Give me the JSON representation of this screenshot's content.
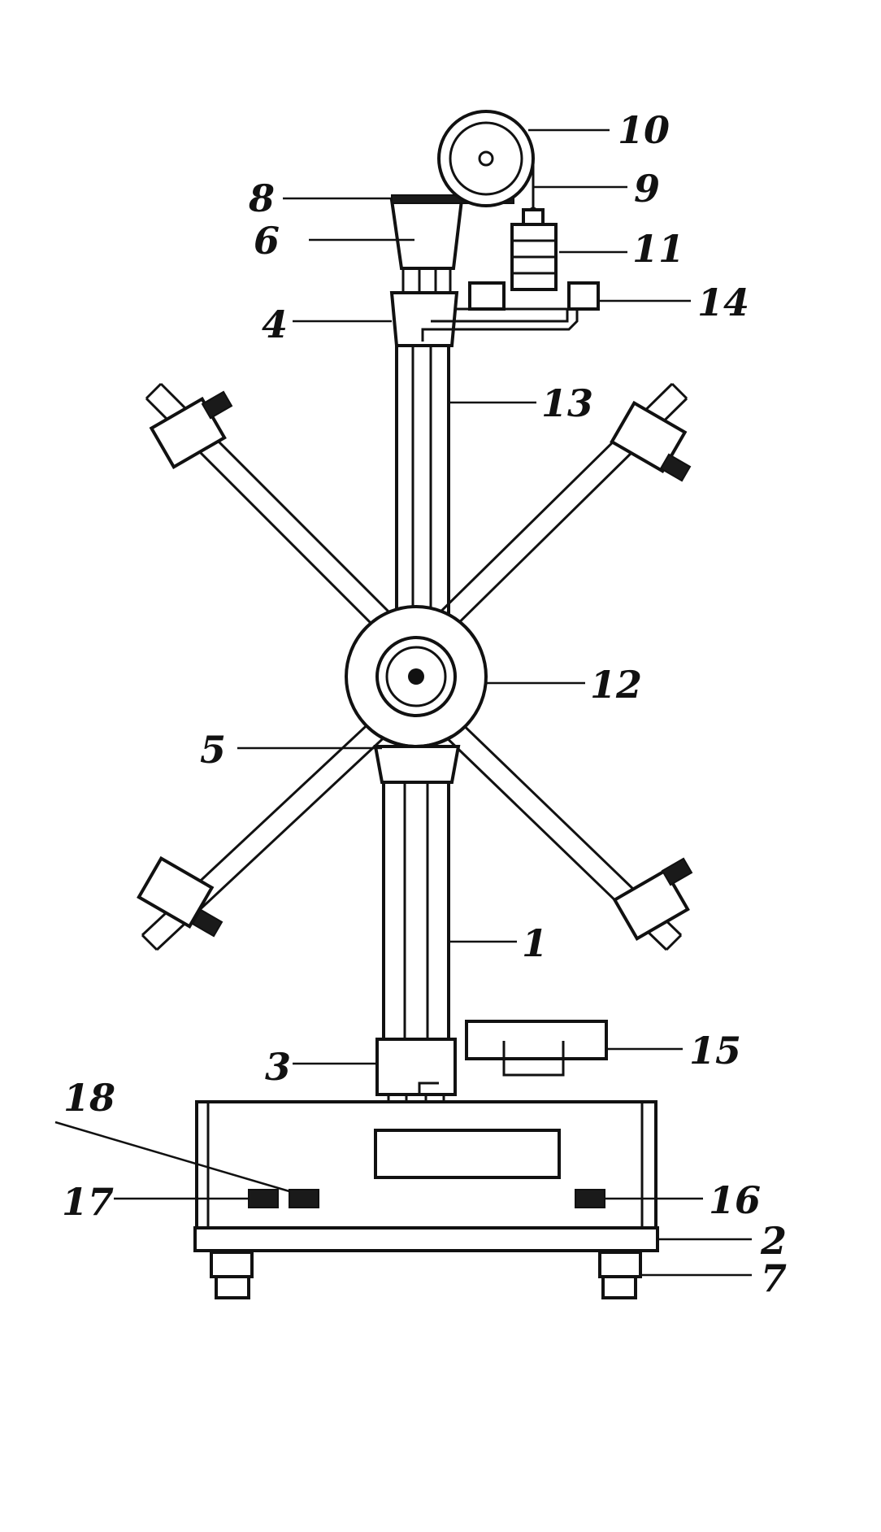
{
  "labels": {
    "l1": "1",
    "l2": "2",
    "l3": "3",
    "l4": "4",
    "l5": "5",
    "l6": "6",
    "l7": "7",
    "l8": "8",
    "l9": "9",
    "l10": "10",
    "l11": "11",
    "l12": "12",
    "l13": "13",
    "l14": "14",
    "l15": "15",
    "l16": "16",
    "l17": "17",
    "l18": "18"
  },
  "colors": {
    "ink": "#111111",
    "paper": "#ffffff"
  }
}
